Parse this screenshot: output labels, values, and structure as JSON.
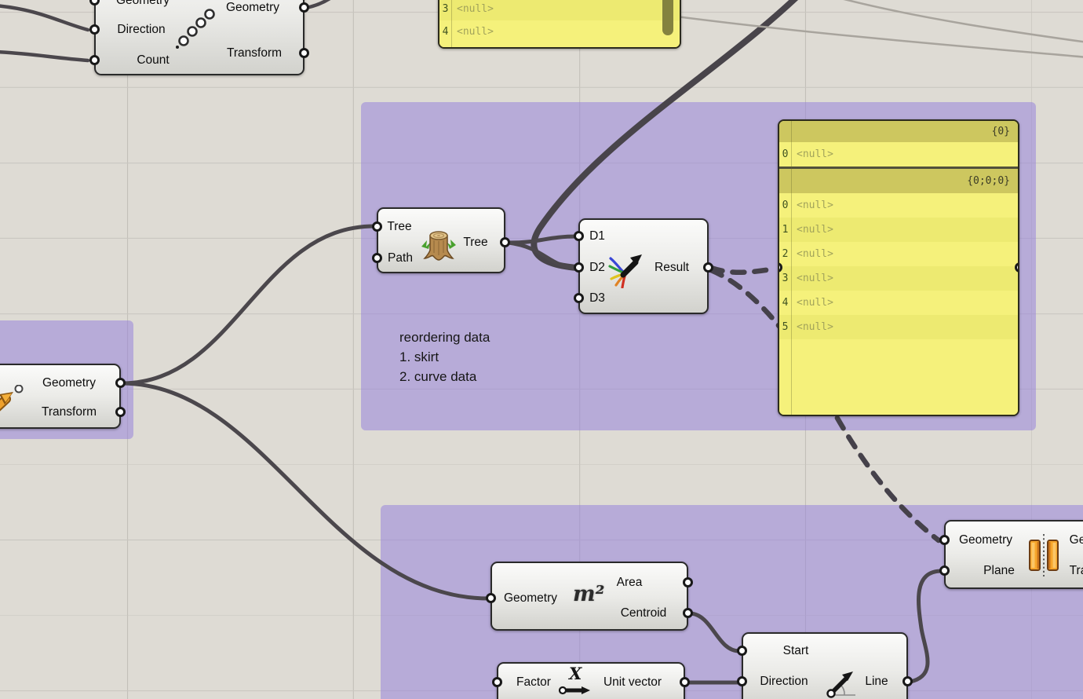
{
  "note": {
    "title": "reordering data",
    "item1": "1. skirt",
    "item2": "2. curve data"
  },
  "components": {
    "linear_array": {
      "in_geometry": "Geometry",
      "in_direction": "Direction",
      "in_count": "Count",
      "out_geometry": "Geometry",
      "out_transform": "Transform",
      "icon": "dotted-array-icon"
    },
    "split_tree": {
      "in_tree": "Tree",
      "in_path": "Path",
      "out_tree": "Tree",
      "icon": "tree-stump-icon"
    },
    "merge": {
      "in_d1": "D1",
      "in_d2": "D2",
      "in_d3": "D3",
      "out_result": "Result",
      "icon": "merge-streams-icon"
    },
    "move": {
      "out_geometry": "Geometry",
      "out_transform": "Transform",
      "icon": "move-arrow-icon"
    },
    "area": {
      "in_geometry": "Geometry",
      "icon_text": "m²",
      "out_area": "Area",
      "out_centroid": "Centroid"
    },
    "unit_x": {
      "in_factor": "Factor",
      "icon_text": "X",
      "out_unit": "Unit vector"
    },
    "line_sdl": {
      "in_start": "Start",
      "in_direction": "Direction",
      "out_line": "Line",
      "icon": "line-vector-icon"
    },
    "mirror": {
      "in_geometry": "Geometry",
      "in_plane": "Plane",
      "out_geometry": "Ge",
      "out_transform": "Tra",
      "icon": "mirror-planes-icon"
    }
  },
  "panels": {
    "top": {
      "rows": [
        {
          "index": "3",
          "value": "<null>"
        },
        {
          "index": "4",
          "value": "<null>"
        }
      ]
    },
    "main": {
      "header1": "{0}",
      "s1_rows": [
        {
          "index": "0",
          "value": "<null>"
        }
      ],
      "header2": "{0;0;0}",
      "s2_rows": [
        {
          "index": "0",
          "value": "<null>"
        },
        {
          "index": "1",
          "value": "<null>"
        },
        {
          "index": "2",
          "value": "<null>"
        },
        {
          "index": "3",
          "value": "<null>"
        },
        {
          "index": "4",
          "value": "<null>"
        },
        {
          "index": "5",
          "value": "<null>"
        }
      ]
    }
  },
  "colors": {
    "group_purple": "#b7abd8",
    "panel_yellow": "#f5f17b",
    "panel_band_olive": "#cdc75f",
    "wire_gray": "#4b474c",
    "canvas_gray": "#dedbd4"
  }
}
